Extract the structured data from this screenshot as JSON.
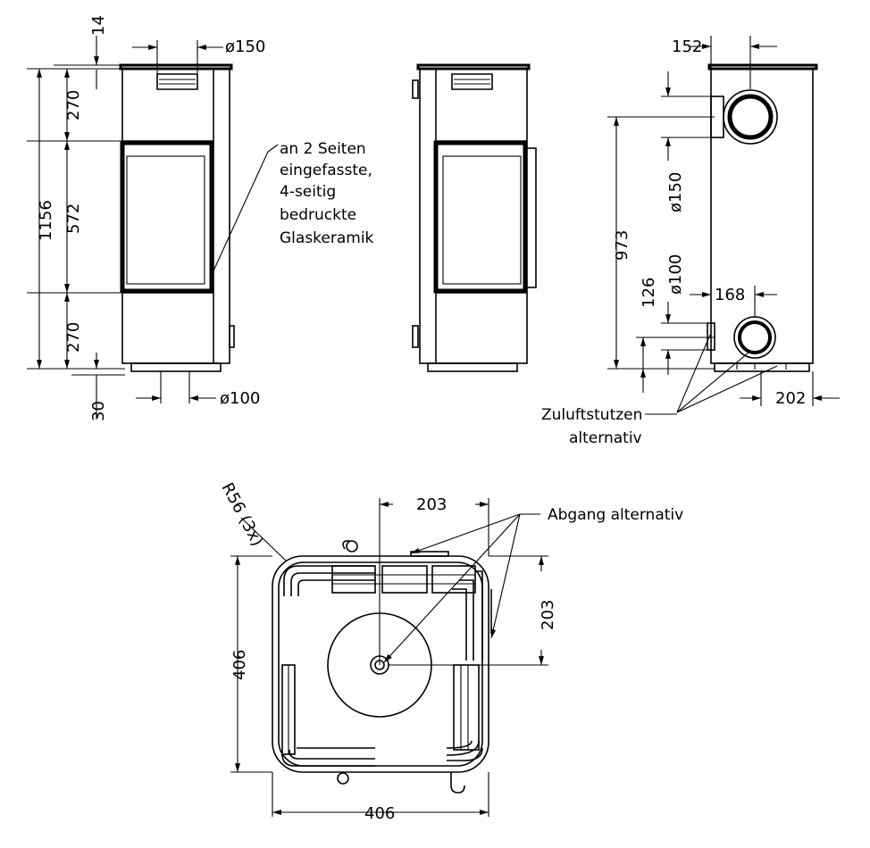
{
  "dimensions": {
    "top_offset": "14",
    "top_flue_diameter": "ø150",
    "upper_section": "270",
    "total_height": "1156",
    "window_height": "572",
    "lower_section": "270",
    "base_height": "30",
    "bottom_air_diameter": "ø100",
    "side_flue_offset": "152",
    "side_flue_diameter": "ø150",
    "side_flue_height": "973",
    "side_air_diameter": "ø100",
    "side_air_height": "126",
    "side_air_offset": "168",
    "side_base_offset": "202",
    "plan_offset_x": "203",
    "plan_offset_y": "203",
    "plan_width": "406",
    "plan_depth": "406",
    "corner_radius": "R56 (3x)"
  },
  "annotations": {
    "glass": [
      "an 2 Seiten",
      "eingefasste,",
      "4-seitig",
      "bedruckte",
      "Glaskeramik"
    ],
    "air_inlet": [
      "Zuluftstutzen",
      "alternativ"
    ],
    "outlet": "Abgang alternativ"
  }
}
